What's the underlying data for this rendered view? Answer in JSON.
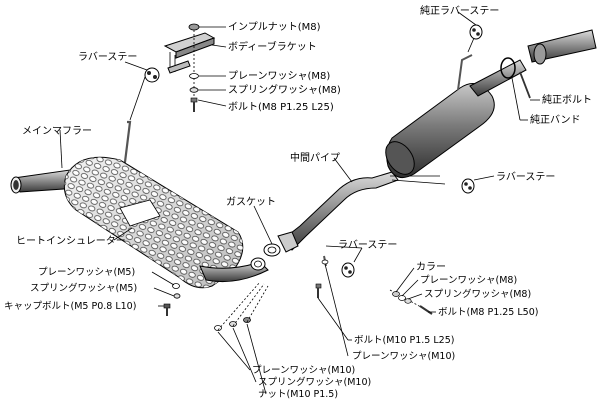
{
  "labels": {
    "impulse_nut": "インプルナット(M8)",
    "body_bracket": "ボディーブラケット",
    "rubber_stay_top_left": "ラバーステー",
    "plain_washer_m8_top": "プレーンワッシャ(M8)",
    "spring_washer_m8_top": "スプリングワッシャ(M8)",
    "bolt_m8_l25": "ボルト(M8 P1.25 L25)",
    "genuine_rubber_stay": "純正ラバーステー",
    "genuine_bolt": "純正ボルト",
    "genuine_band": "純正バンド",
    "main_muffler": "メインマフラー",
    "center_pipe": "中間パイプ",
    "rubber_stay_right": "ラバーステー",
    "gasket": "ガスケット",
    "heat_insulator": "ヒートインシュレーター",
    "rubber_stay_center": "ラバーステー",
    "collar": "カラー",
    "plain_washer_m8_right": "プレーンワッシャ(M8)",
    "spring_washer_m8_right": "スプリングワッシャ(M8)",
    "bolt_m8_l50": "ボルト(M8 P1.25 L50)",
    "plain_washer_m5": "プレーンワッシャ(M5)",
    "spring_washer_m5": "スプリングワッシャ(M5)",
    "cap_bolt_m5": "キャップボルト(M5 P0.8 L10)",
    "bolt_m10_l25": "ボルト(M10 P1.5 L25)",
    "plain_washer_m10_mid": "プレーンワッシャ(M10)",
    "plain_washer_m10_bottom": "プレーンワッシャ(M10)",
    "spring_washer_m10": "スプリングワッシャ(M10)",
    "nut_m10": "ナット(M10 P1.5)"
  }
}
